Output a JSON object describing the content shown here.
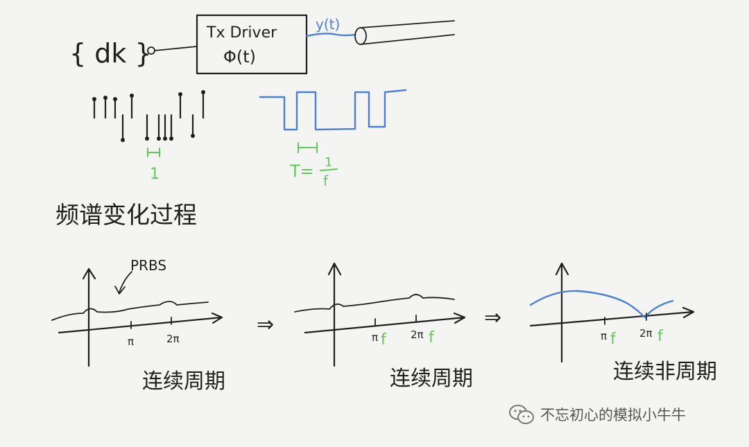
{
  "input": {
    "label": "{ dk }"
  },
  "tx_block": {
    "line1": "Tx Driver",
    "line2": "Φ(t)"
  },
  "output": {
    "label": "y(t)"
  },
  "period": {
    "bit_label": "1",
    "T_label": "T=",
    "T_num": "1",
    "T_den": "f"
  },
  "section_title": "频谱变化过程",
  "plots": [
    {
      "prbs_label": "PRBS",
      "tick1": "π",
      "tick2": "2π",
      "caption": "连续周期"
    },
    {
      "tick1": "π",
      "tick2": "2π",
      "f_mark": "f",
      "caption": "连续周期"
    },
    {
      "tick1": "π",
      "tick2": "2π",
      "f_mark": "f",
      "caption": "连续非周期"
    }
  ],
  "arrows": [
    "⇒",
    "⇒"
  ],
  "watermark": {
    "text": "不忘初心的模拟小牛牛",
    "icon": "wechat-icon"
  },
  "colors": {
    "ink": "#1e1e1e",
    "signal": "#4a7fd6",
    "annotation": "#5fc95a"
  }
}
